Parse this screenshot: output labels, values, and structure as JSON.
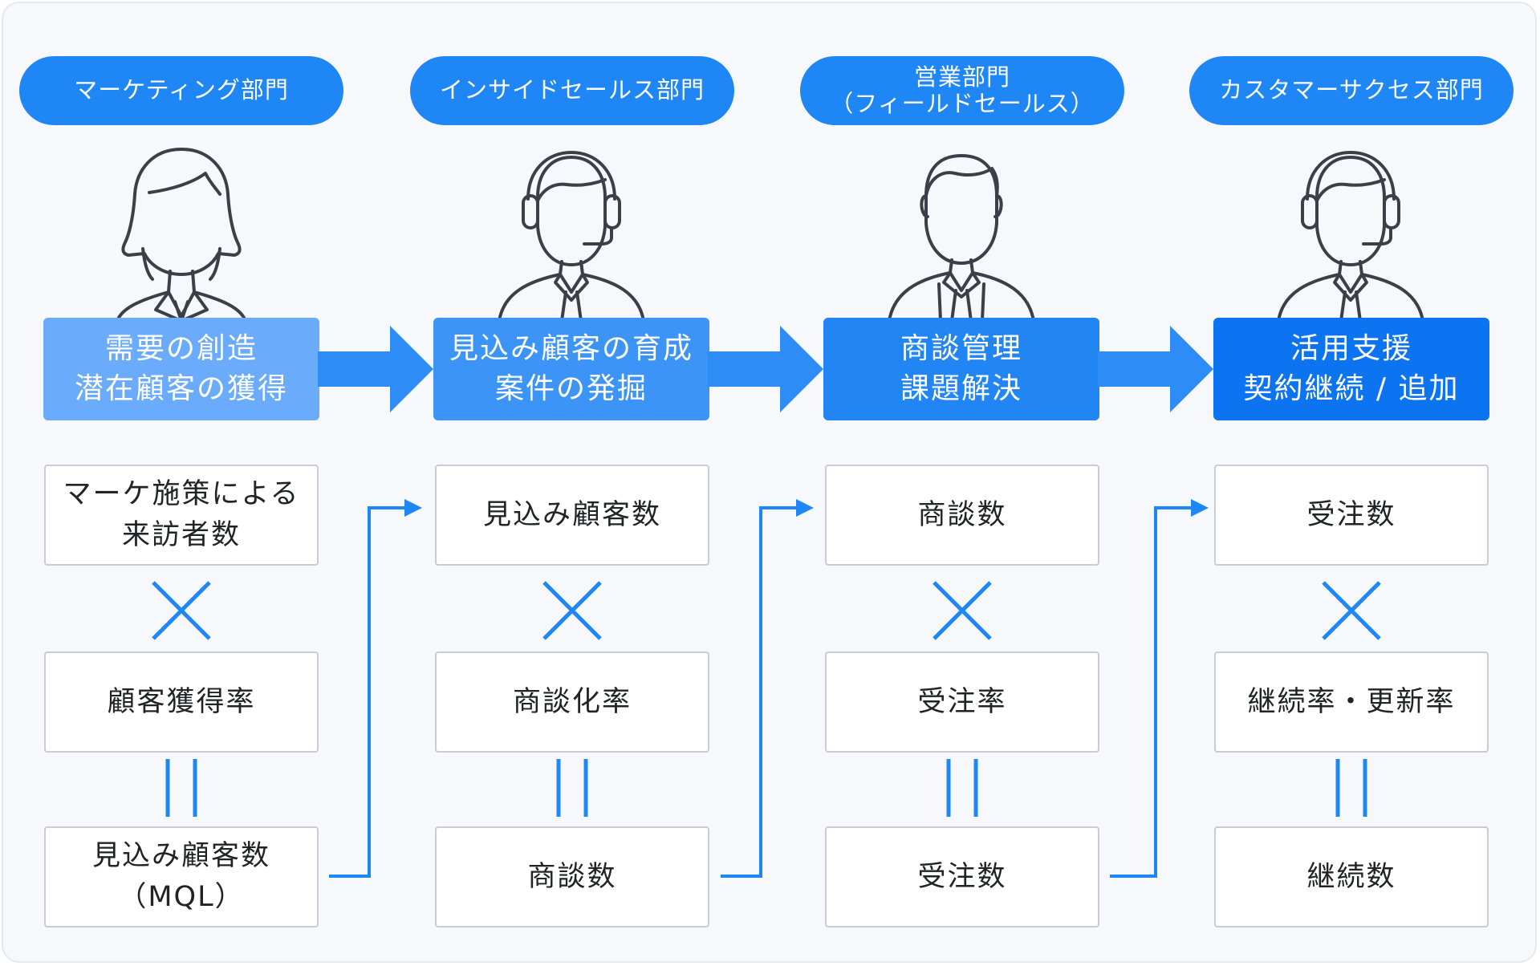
{
  "colors": {
    "department_pill": "#1f87f5",
    "stage_1": "#6aacfb",
    "stage_2": "#3c95f6",
    "stage_3": "#2185f4",
    "stage_4": "#0c74f0",
    "flow_arrow": "#2d8cf5",
    "operator": "#1f87f5",
    "connector": "#1f87f5",
    "figure_stroke": "#3b3f47"
  },
  "columns": [
    {
      "department": "マーケティング部門",
      "figure_icon": "woman-icon",
      "stage": "需要の創造\n潜在顧客の獲得",
      "metric_1": "マーケ施策による\n来訪者数",
      "metric_2": "顧客獲得率",
      "result": "見込み顧客数\n（MQL）"
    },
    {
      "department": "インサイドセールス部門",
      "figure_icon": "headset-man-icon",
      "stage": "見込み顧客の育成\n案件の発掘",
      "metric_1": "見込み顧客数",
      "metric_2": "商談化率",
      "result": "商談数"
    },
    {
      "department": "営業部門\n（フィールドセールス）",
      "figure_icon": "businessman-icon",
      "stage": "商談管理\n課題解決",
      "metric_1": "商談数",
      "metric_2": "受注率",
      "result": "受注数"
    },
    {
      "department": "カスタマーサクセス部門",
      "figure_icon": "headset-man-icon",
      "stage": "活用支援\n契約継続 / 追加",
      "metric_1": "受注数",
      "metric_2": "継続率・更新率",
      "result": "継続数"
    }
  ]
}
